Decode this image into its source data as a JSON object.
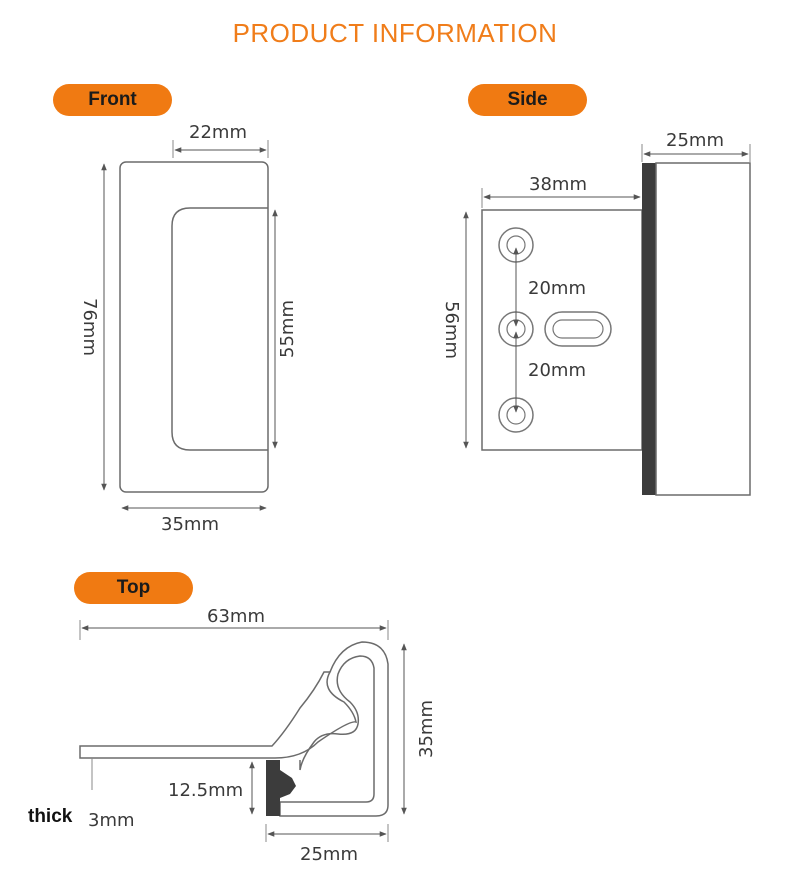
{
  "title": "PRODUCT INFORMATION",
  "accent_color": "#f07a12",
  "views": {
    "front": {
      "badge": "Front",
      "dims": {
        "top_width": "22mm",
        "height": "76mm",
        "inner_height": "55mm",
        "bottom_width": "35mm"
      }
    },
    "side": {
      "badge": "Side",
      "dims": {
        "plate_width": "25mm",
        "bracket_width": "38mm",
        "height": "56mm",
        "spacing_upper": "20mm",
        "spacing_lower": "20mm"
      }
    },
    "top": {
      "badge": "Top",
      "dims": {
        "length": "63mm",
        "depth": "35mm",
        "offset": "12.5mm",
        "thickness_label": "thick",
        "thickness": "3mm",
        "base_width": "25mm"
      }
    }
  }
}
